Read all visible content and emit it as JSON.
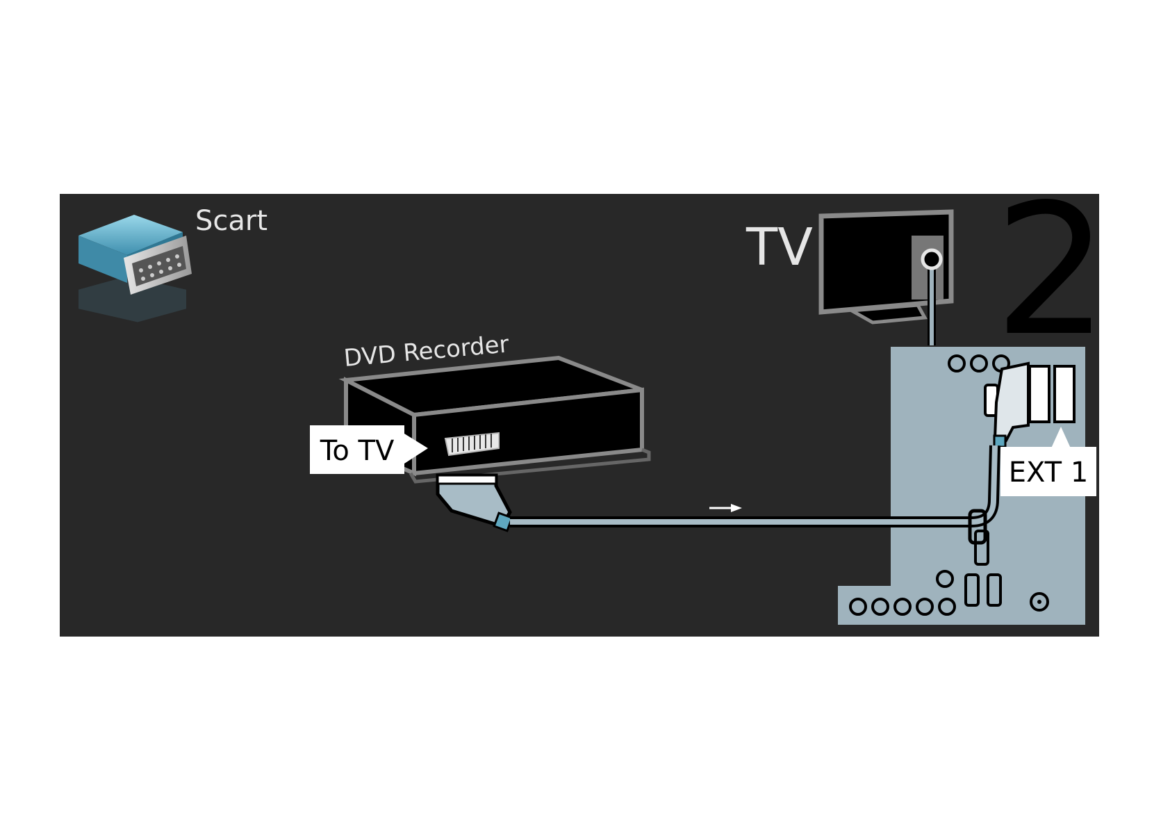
{
  "title": "Scart",
  "step_number": "2",
  "devices": {
    "tv_label": "TV",
    "recorder_label": "DVD Recorder"
  },
  "callouts": {
    "recorder_port": "To TV",
    "tv_port": "EXT 1"
  },
  "colors": {
    "background": "#282828",
    "tv_panel": "#9fb3bd",
    "connector_blue": "#5ea7bf",
    "cable_fill": "#a8bcc6",
    "outline_gray": "#8a8a8a",
    "label_white": "#eeeeee"
  },
  "icons": {
    "scart_connector": "scart-plug-icon",
    "signal_direction": "arrow-right-icon"
  }
}
